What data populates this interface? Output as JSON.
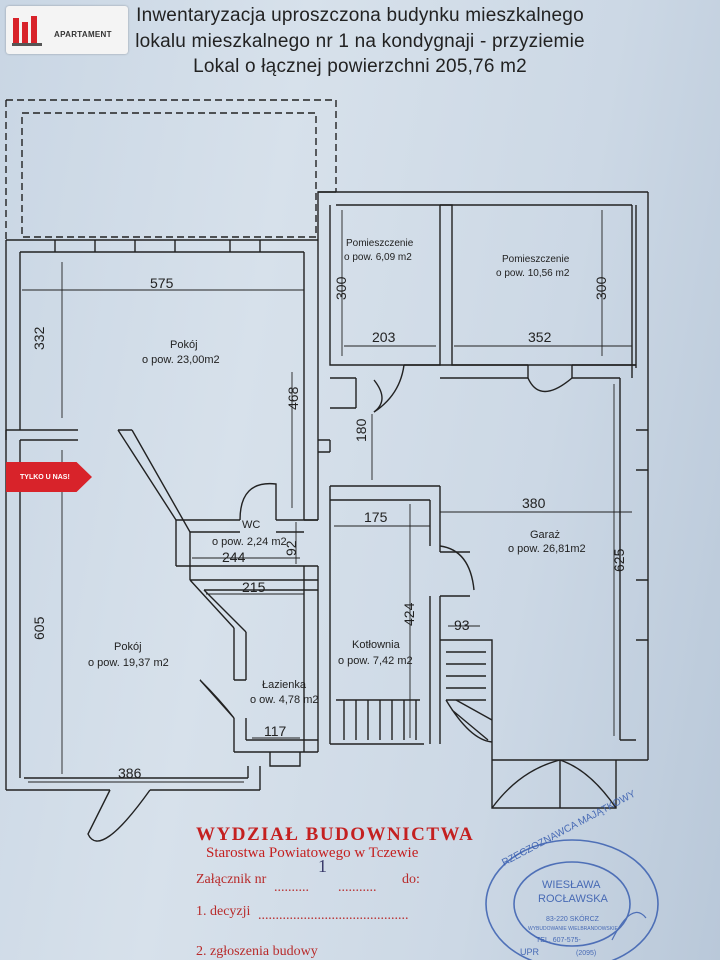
{
  "header": {
    "line1": "Inwentaryzacja uproszczona budynku mieszkalnego",
    "line2": "lokalu mieszkalnego nr 1 na kondygnaji - przyziemie",
    "line3": "Lokal o łącznej powierzchni 205,76 m2"
  },
  "logo": {
    "text": "APARTAMENT"
  },
  "badge": {
    "text": "TYLKO U NAS!"
  },
  "rooms": [
    {
      "name": "Pokój",
      "area": "o pow. 23,00m2"
    },
    {
      "name": "Pomieszczenie",
      "area": "o pow. 6,09 m2"
    },
    {
      "name": "Pomieszczenie",
      "area": "o pow. 10,56 m2"
    },
    {
      "name": "WC",
      "area": "o pow. 2,24 m2"
    },
    {
      "name": "Garaż",
      "area": "o pow. 26,81m2"
    },
    {
      "name": "Pokój",
      "area": "o pow. 19,37 m2"
    },
    {
      "name": "Łazienka",
      "area": "o ow. 4,78 m2"
    },
    {
      "name": "Kotłownia",
      "area": "o pow. 7,42 m2"
    }
  ],
  "dimensions": [
    "575",
    "332",
    "468",
    "300",
    "203",
    "300",
    "352",
    "180",
    "175",
    "380",
    "244",
    "92",
    "215",
    "605",
    "424",
    "93",
    "625",
    "117",
    "386"
  ],
  "stamp": {
    "title": "WYDZIAŁ BUDOWNICTWA",
    "subtitle": "Starostwa Powiatowego w Tczewie",
    "attachment_label": "Załącznik nr",
    "attachment_value": "1",
    "attachment_to": "do:",
    "item1": "1. decyzji",
    "item2": "2. zgłoszenia budowy"
  },
  "seal": {
    "ring_text": "RZECZOZNAWCA MAJĄTKOWY",
    "name1": "WIESŁAWA",
    "name2": "ROCŁAWSKA",
    "addr": "83-220 SKÓRCZ",
    "addr2": "WYBUDOWANIE WIELBRANDOWSKIE",
    "tel": "TEL. 607-575-",
    "upr": "UPR",
    "upr_num": "(2095)"
  },
  "colors": {
    "ink": "#222222",
    "stamp": "#c42020",
    "seal": "#3a5fb0",
    "badge": "#d8232a"
  }
}
